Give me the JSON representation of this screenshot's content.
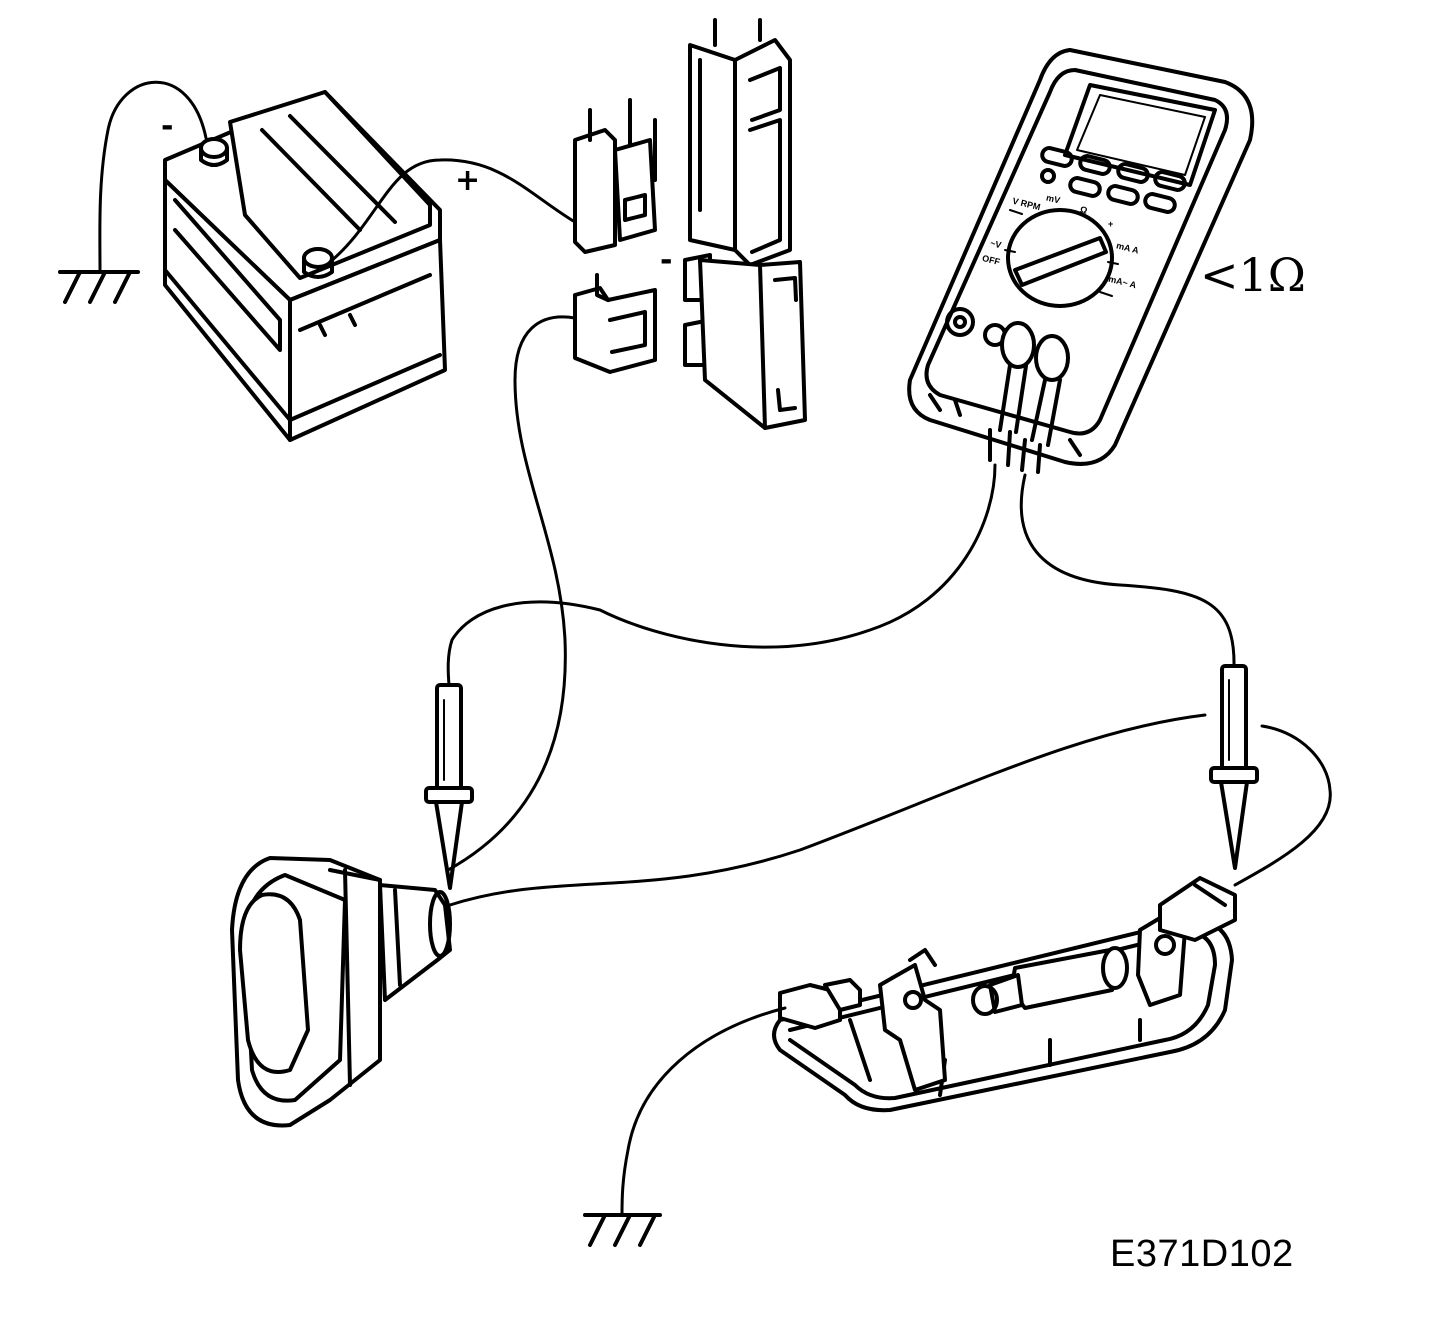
{
  "labels": {
    "battery_negative": "-",
    "battery_positive": "+",
    "fuse_minus": "-",
    "meter_reading": "<1Ω",
    "reference_code": "E371D102"
  },
  "multimeter_dial": {
    "v_rpm": "V RPM",
    "mv": "mV",
    "diode_ohm": "Ω",
    "cap": "+",
    "ac_v": "~V",
    "off": "OFF",
    "ma": "mA A",
    "ma_ac": "mA~ A"
  },
  "colors": {
    "ink": "#000000",
    "paper": "#ffffff"
  }
}
